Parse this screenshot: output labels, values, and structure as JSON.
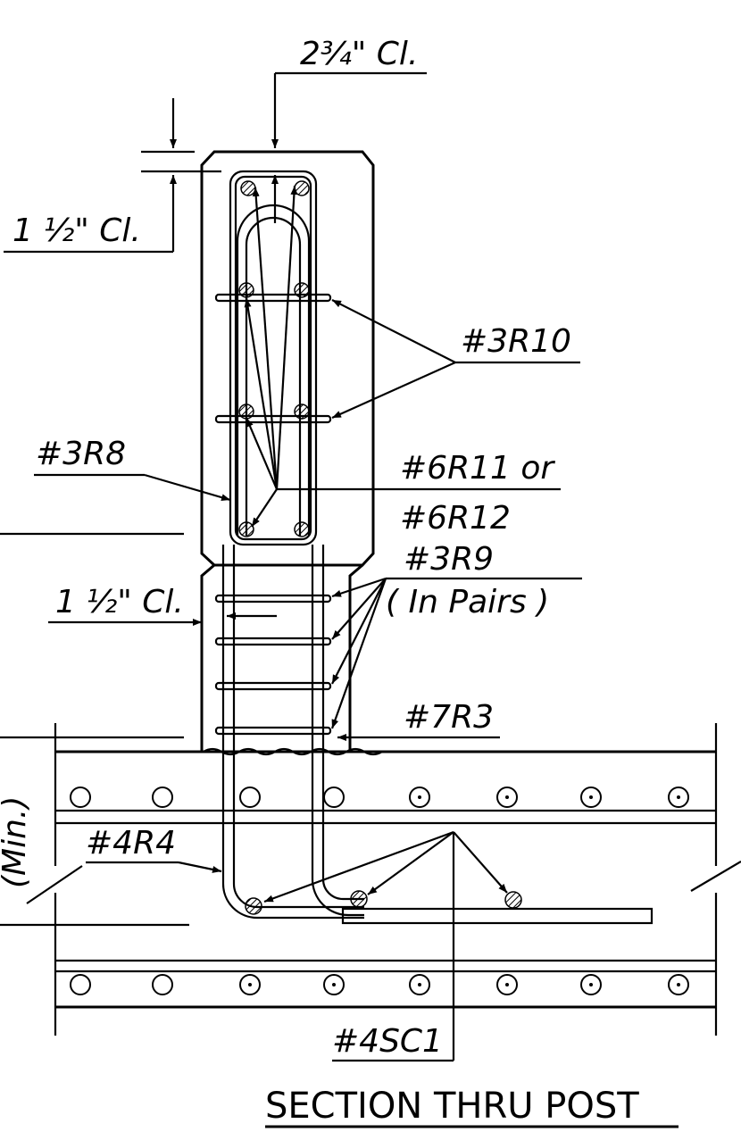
{
  "title": "SECTION THRU POST",
  "labels": {
    "cover_top": "2¾\" Cl.",
    "cover_side_top": "1 ½\" Cl.",
    "cover_side_bottom": "1 ½\" Cl.",
    "bar_3r10": "#3R10",
    "bar_3r8": "#3R8",
    "bar_6r11": "#6R11 or",
    "bar_6r12": "#6R12",
    "bar_3r9": "#3R9",
    "bar_3r9_note": "( In Pairs )",
    "bar_7r3": "#7R3",
    "bar_4r4": "#4R4",
    "bar_4sc1": "#4SC1",
    "deck_depth_note": "(Min.)"
  },
  "colors": {
    "ink": "#000000",
    "paper": "#ffffff"
  }
}
